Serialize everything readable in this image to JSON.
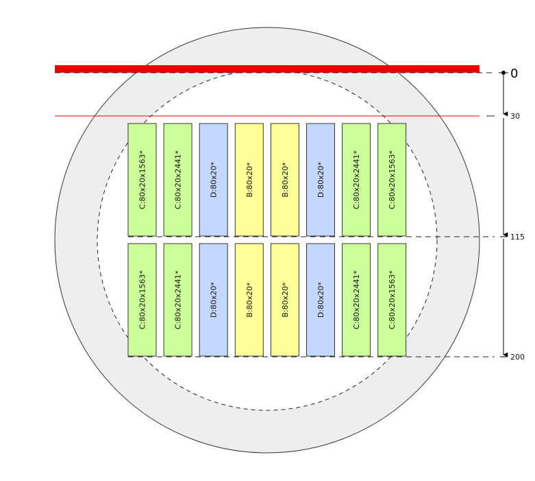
{
  "colors": {
    "ring_fill": "#eeeeee",
    "ring_stroke": "#333333",
    "inner_fill": "#ffffff",
    "red_bar": "#ee0000",
    "red_line": "#dd0000",
    "green": "#ccff99",
    "blue": "#c4d8ff",
    "yellow": "#ffff99",
    "rect_stroke": "#333333"
  },
  "scale": {
    "labels": [
      {
        "value": "0"
      },
      {
        "value": "30"
      },
      {
        "value": "115"
      },
      {
        "value": "200"
      }
    ]
  },
  "rows": [
    {
      "items": [
        {
          "label": "C:80x20x1563*",
          "color": "green"
        },
        {
          "label": "C:80x20x2441*",
          "color": "green"
        },
        {
          "label": "D:80x20*",
          "color": "blue"
        },
        {
          "label": "B:80x20*",
          "color": "yellow"
        },
        {
          "label": "B:80x20*",
          "color": "yellow"
        },
        {
          "label": "D:80x20*",
          "color": "blue"
        },
        {
          "label": "C:80x20x2441*",
          "color": "green"
        },
        {
          "label": "C:80x20x1563*",
          "color": "green"
        }
      ]
    },
    {
      "items": [
        {
          "label": "C:80x20x1563*",
          "color": "green"
        },
        {
          "label": "C:80x20x2441*",
          "color": "green"
        },
        {
          "label": "D:80x20*",
          "color": "blue"
        },
        {
          "label": "B:80x20*",
          "color": "yellow"
        },
        {
          "label": "B:80x20*",
          "color": "yellow"
        },
        {
          "label": "D:80x20*",
          "color": "blue"
        },
        {
          "label": "C:80x20x2441*",
          "color": "green"
        },
        {
          "label": "C:80x20x1563*",
          "color": "green"
        }
      ]
    }
  ]
}
